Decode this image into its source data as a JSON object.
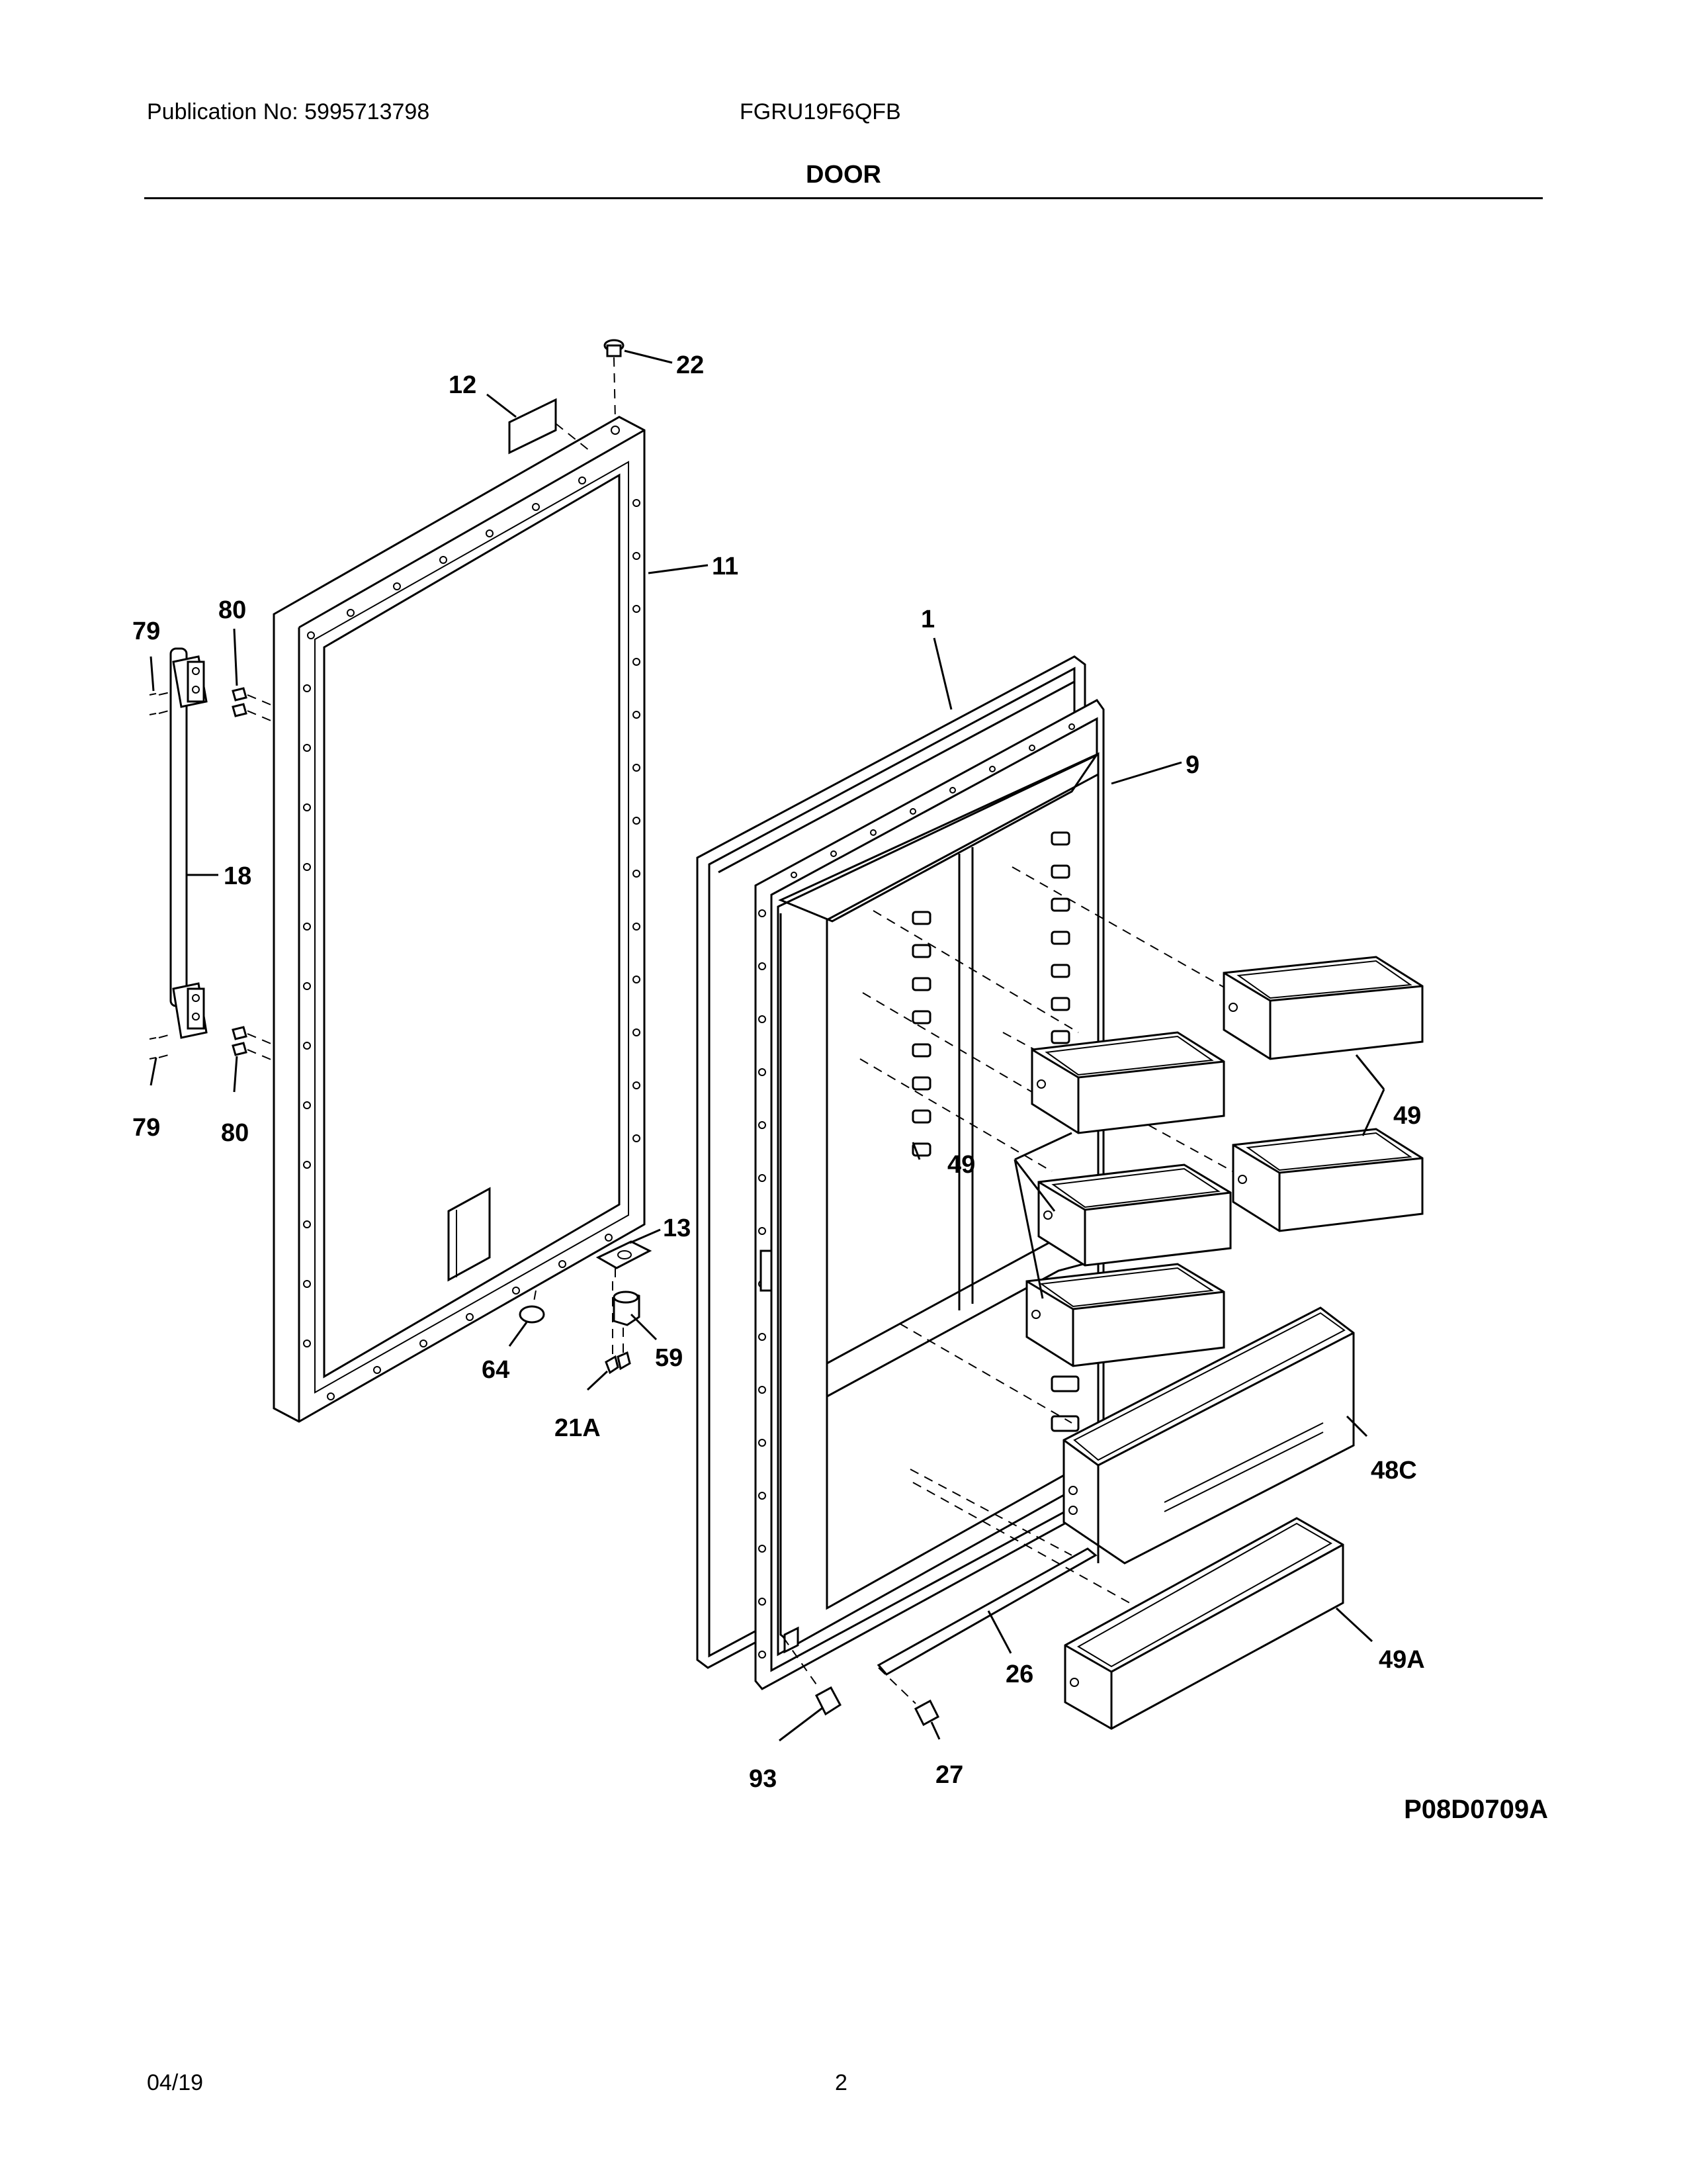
{
  "header": {
    "publication": "Publication No: 5995713798",
    "model": "FGRU19F6QFB",
    "section": "DOOR"
  },
  "callouts": {
    "c1": "1",
    "c9": "9",
    "c11": "11",
    "c12": "12",
    "c13": "13",
    "c18": "18",
    "c21a": "21A",
    "c22": "22",
    "c26": "26",
    "c27": "27",
    "c48c": "48C",
    "c49_left": "49",
    "c49_right": "49",
    "c49a": "49A",
    "c59": "59",
    "c64": "64",
    "c79_top": "79",
    "c79_bottom": "79",
    "c80_top": "80",
    "c80_bottom": "80",
    "c93": "93"
  },
  "figure_code": "P08D0709A",
  "footer": {
    "date": "04/19",
    "page": "2"
  }
}
